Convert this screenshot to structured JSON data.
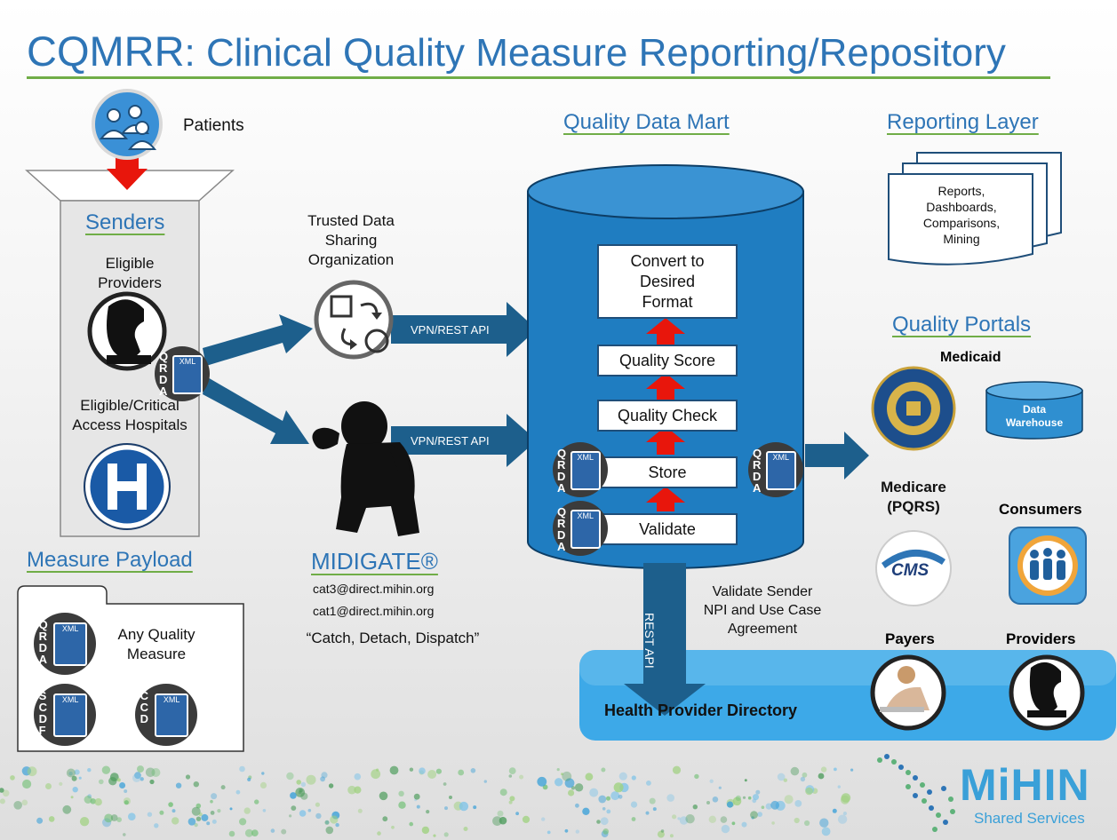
{
  "title": {
    "acronym": "CQMRR",
    "rest": ": Clinical Quality Measure Reporting/Repository"
  },
  "patients": {
    "label": "Patients"
  },
  "senders": {
    "heading": "Senders",
    "providers_label": "Eligible\nProviders",
    "hospitals_label": "Eligible/Critical\nAccess Hospitals",
    "qrda_letters": "QRDA",
    "xml_label": "XML"
  },
  "trusted": {
    "label": "Trusted Data\nSharing\nOrganization",
    "api_label": "VPN/REST API"
  },
  "midigate": {
    "heading": "MIDIGATE®",
    "email1": "cat3@direct.mihin.org",
    "email2": "cat1@direct.mihin.org",
    "motto": "“Catch, Detach, Dispatch”",
    "api_label": "VPN/REST API"
  },
  "payload": {
    "heading": "Measure Payload",
    "any_label": "Any Quality\nMeasure",
    "qrda": "QRDA",
    "scdf": "SCDF",
    "ccd": "CCD",
    "xml_label": "XML"
  },
  "datamart": {
    "heading": "Quality Data Mart",
    "steps": [
      "Convert to\nDesired\nFormat",
      "Quality Score",
      "Quality Check",
      "Store",
      "Validate"
    ],
    "rest_api": "REST API"
  },
  "reporting": {
    "heading": "Reporting Layer",
    "doc_text": "Reports,\nDashboards,\nComparisons,\nMining"
  },
  "portals": {
    "heading": "Quality Portals",
    "medicaid": "Medicaid",
    "data_warehouse": "Data\nWarehouse",
    "medicare": "Medicare\n(PQRS)",
    "cms": "CMS",
    "consumers": "Consumers",
    "payers": "Payers",
    "providers": "Providers"
  },
  "validate_note": "Validate Sender\nNPI and Use Case\nAgreement",
  "hpd": {
    "label": "Health Provider Directory"
  },
  "logo": {
    "name": "MiHIN",
    "sub": "Shared Services"
  },
  "colors": {
    "blue": "#2e75b6",
    "cylinder": "#1f7dc1",
    "green": "#70ad47",
    "red": "#e8160c",
    "arrow": "#1d5f8c"
  }
}
